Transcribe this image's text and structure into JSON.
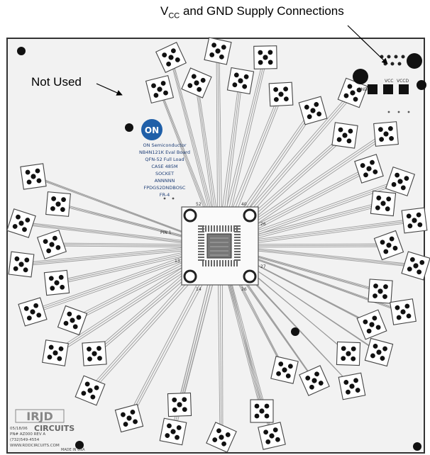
{
  "annotations": {
    "vcc_prefix": "V",
    "vcc_sub": "CC",
    "vcc_rest": " and GND Supply Connections",
    "not_used": "Not Used"
  },
  "board": {
    "logo_text": "ON",
    "label_lines": [
      "ON Semiconductor",
      "NB4N121K Eval Board",
      "QFN-52 Full Load",
      "CASE 485M",
      "SOCKET",
      "ANNNNN",
      "FPDGS2DNDBOSC",
      "FR-4"
    ],
    "maker_logo": "IRJD",
    "maker_text": "CIRCUITS",
    "footer_lines": [
      "05/18/06",
      "PN# AZ000 REV A",
      "(732)549-4554",
      "WWW.RDDCIRCUITS.COM"
    ],
    "made_in": "MADE IN USA",
    "pad_labels": {
      "vcc": "VCC",
      "vccd": "VCCD",
      "gnd": "GND"
    },
    "chip_pins": {
      "top_left": "52",
      "top_right": "40",
      "left": "PIN 1",
      "right": "26",
      "left2": "13",
      "right2": "27",
      "bottom_left": "14",
      "bottom_right": "26"
    }
  },
  "colors": {
    "board": "#f2f2f2",
    "trace": "#9a9a9a",
    "via": "#1a1a1a",
    "logo": "#1f5fa8"
  }
}
